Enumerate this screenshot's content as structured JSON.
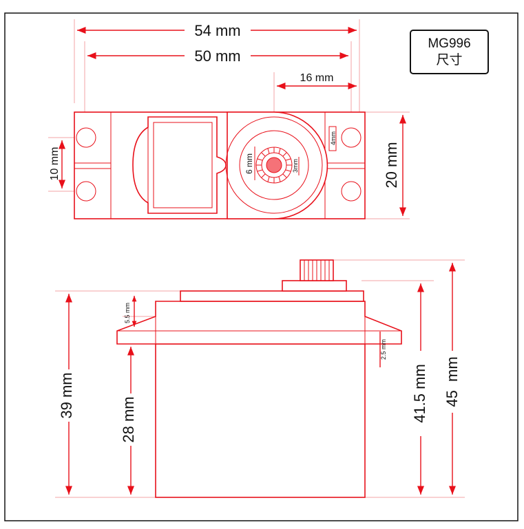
{
  "badge": {
    "model": "MG996",
    "subtitle": "尺寸"
  },
  "top_view": {
    "width_overall": "54 mm",
    "width_holes": "50 mm",
    "shaft_offset": "16 mm",
    "height": "20 mm",
    "hole_spacing": "10 mm",
    "hole_edge": "4mm",
    "spline_dia": "6 mm",
    "spline_small": "3mm"
  },
  "side_view": {
    "body_height": "39 mm",
    "lower_body": "28 mm",
    "flange_height": "5.5 mm",
    "flange_thickness": "2.5 mm",
    "height_to_top": "41.5 mm",
    "height_total": "45  mm"
  },
  "colors": {
    "line": "#e8101a",
    "extension": "#f3a3a6",
    "text": "#111111",
    "frame": "#111111"
  }
}
